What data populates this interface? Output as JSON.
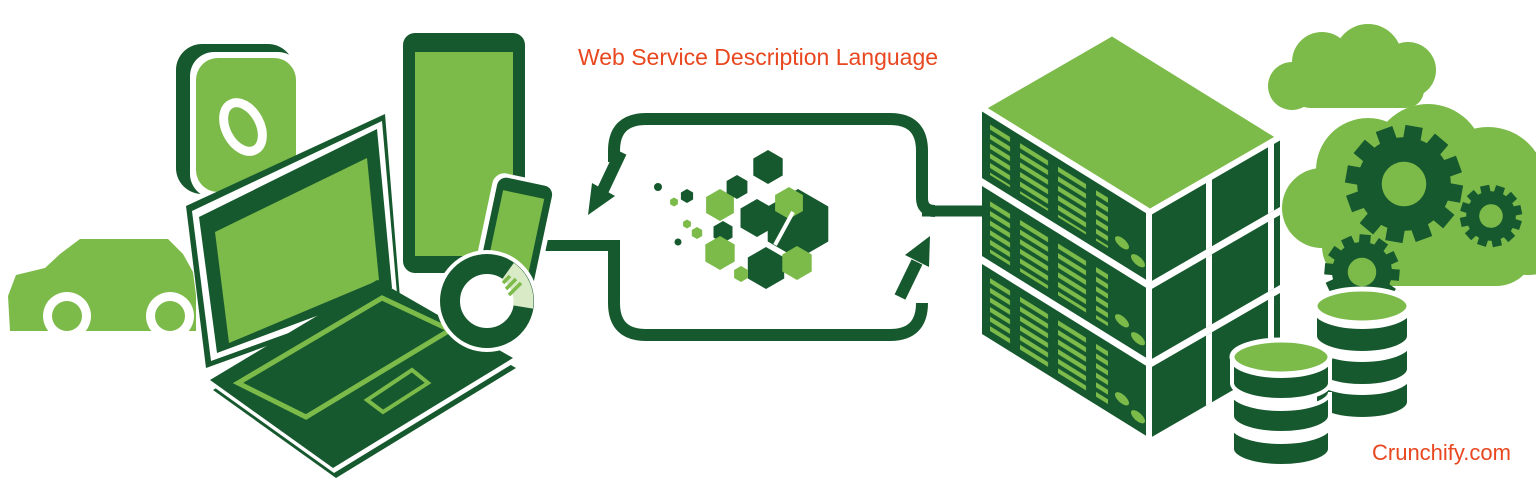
{
  "title": "Web Service Description Language",
  "watermark": "Crunchify.com",
  "palette": {
    "dark_green": "#17592E",
    "light_green": "#7CBB4A",
    "pale_green": "#D9EAC6",
    "accent_red": "#E8471F",
    "background": "#FFFFFF"
  },
  "icons": {
    "left_devices": [
      "car-icon",
      "camera-icon",
      "laptop-icon",
      "tablet-icon",
      "smartphone-icon",
      "smartwatch-icon"
    ],
    "center": [
      "message-box-icon",
      "hexagon-cluster-icon",
      "inbound-arrow-icon",
      "outbound-arrow-icon",
      "connector-line-in",
      "connector-line-out"
    ],
    "right_infrastructure": [
      "server-rack-icon",
      "small-cloud-icon",
      "large-cloud-icon",
      "gear-icon-large",
      "gear-icon-small",
      "gear-icon-bottom",
      "database-stack-icon-front",
      "database-stack-icon-back"
    ]
  }
}
